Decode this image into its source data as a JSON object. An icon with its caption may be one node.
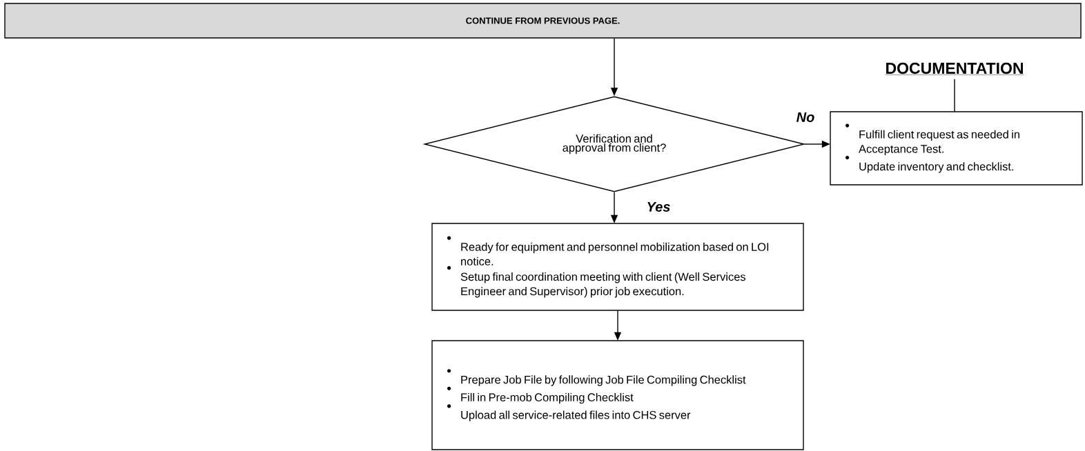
{
  "diagram": {
    "nodes": [
      {
        "text": [
          "CONTINUE FROM PREVIOUS PAGE."
        ]
      },
      {
        "text": [
          "Verification and approval from client?"
        ]
      },
      {
        "text": [
          "Fulfill client request as needed in Acceptance Test.",
          "Update inventory and checklist."
        ]
      },
      {
        "text": [
          "Ready for equipment and personnel mobilization based on LOI notice.",
          "Setup final coordination meeting with client (Well Services Engineer and Supervisor) prior job execution."
        ]
      },
      {
        "text": [
          "Prepare Job File by following Job File Compiling Checklist",
          "Fill in Pre-mob Compiling Checklist",
          "Upload all service-related files into CHS server"
        ]
      },
      {
        "text": [
          "DOCUMENTATION"
        ]
      }
    ],
    "edges": [
      {
        "from": 0,
        "to": 1,
        "arrow": "to"
      },
      {
        "from": 1,
        "to": 2,
        "arrow": "to",
        "label": "No"
      },
      {
        "from": 1,
        "to": 3,
        "arrow": "to",
        "label": "Yes"
      },
      {
        "from": 3,
        "to": 4,
        "arrow": "to"
      },
      {
        "from": 5,
        "to": 2,
        "arrow": "none"
      }
    ]
  }
}
